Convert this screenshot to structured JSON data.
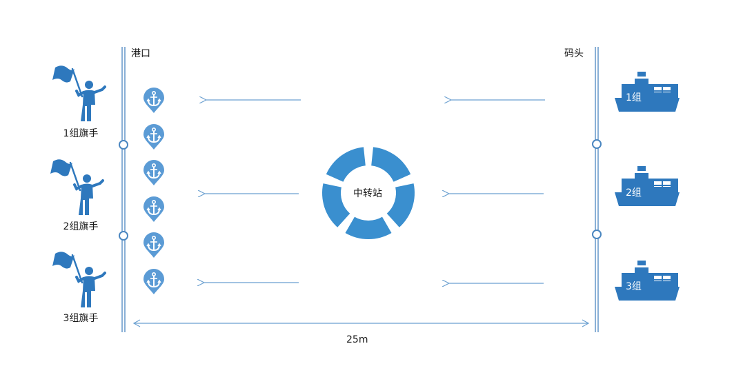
{
  "labels": {
    "port": "港口",
    "dock": "码头",
    "hub": "中转站",
    "distance": "25m"
  },
  "flaggers": [
    {
      "label": "1组旗手"
    },
    {
      "label": "2组旗手"
    },
    {
      "label": "3组旗手"
    }
  ],
  "ships": [
    {
      "label": "1组"
    },
    {
      "label": "2组"
    },
    {
      "label": "3组"
    }
  ],
  "anchors_count": 6,
  "colors": {
    "primary": "#2e78bd",
    "hub": "#3a8fcf",
    "anchor": "#5b9bd5",
    "line": "#6a9fd0"
  }
}
